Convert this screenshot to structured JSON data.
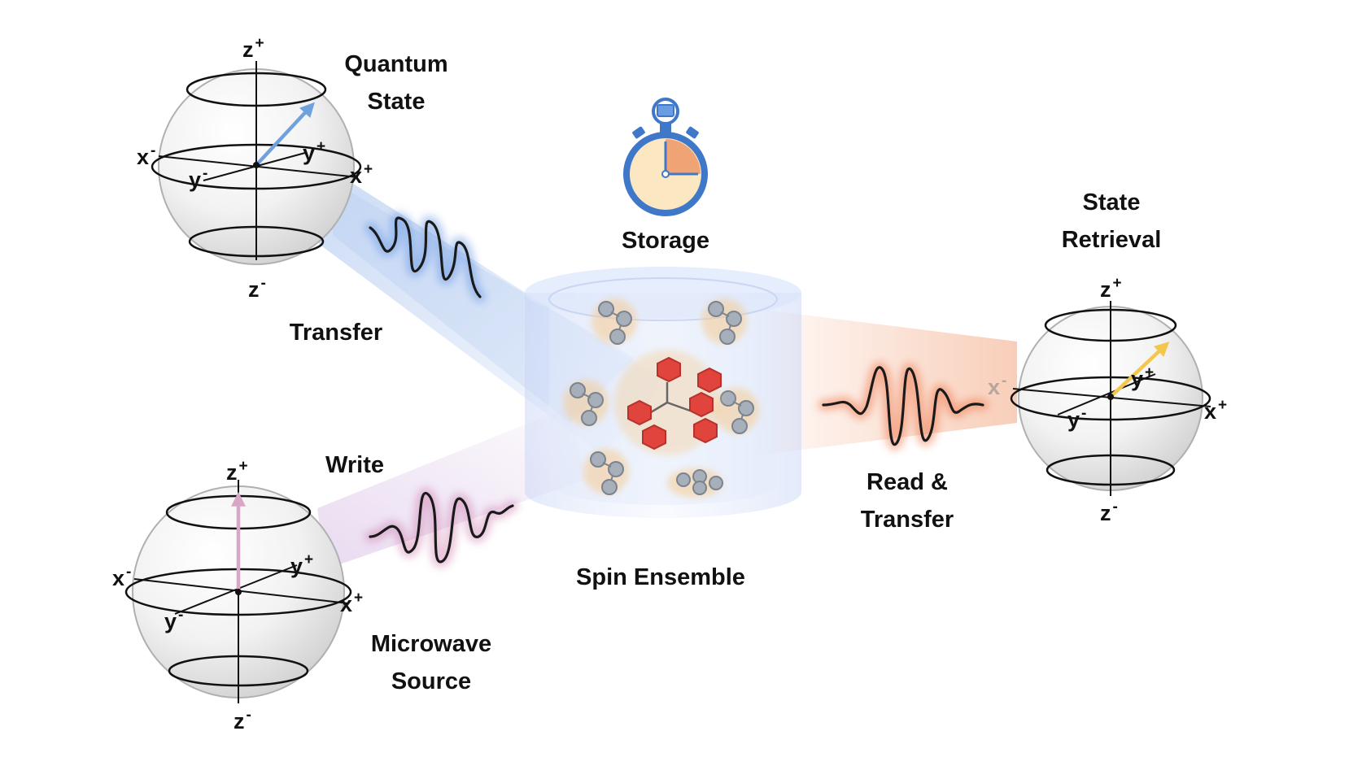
{
  "labels": {
    "quantum_state": [
      "Quantum",
      "State"
    ],
    "transfer": "Transfer",
    "storage": "Storage",
    "state_retrieval": [
      "State",
      "Retrieval"
    ],
    "write": "Write",
    "read_transfer": [
      "Read &",
      "Transfer"
    ],
    "spin_ensemble": "Spin Ensemble",
    "microwave_source": [
      "Microwave",
      "Source"
    ]
  },
  "axes": {
    "x": "x",
    "y": "y",
    "z": "z",
    "plus": "+",
    "minus": "-"
  },
  "colors": {
    "transfer_beam": "#7fa6e6",
    "write_beam": "#c9a6dc",
    "read_beam": "#f2a27a",
    "quantum_state_vector": "#6fa1dd",
    "microwave_state_vector": "#d8a6c6",
    "retrieved_state_vector": "#f3c64c",
    "molecule_radical": "#e0443c",
    "molecule_neutral": "#9aa3ad",
    "stopwatch": "#3f78c9",
    "stopwatch_elapsed": "#f0a374"
  },
  "icons": {
    "stopwatch": "stopwatch-icon",
    "pulse": "microwave-pulse-icon",
    "sphere": "bloch-sphere",
    "molecule": "molecule-icon"
  }
}
